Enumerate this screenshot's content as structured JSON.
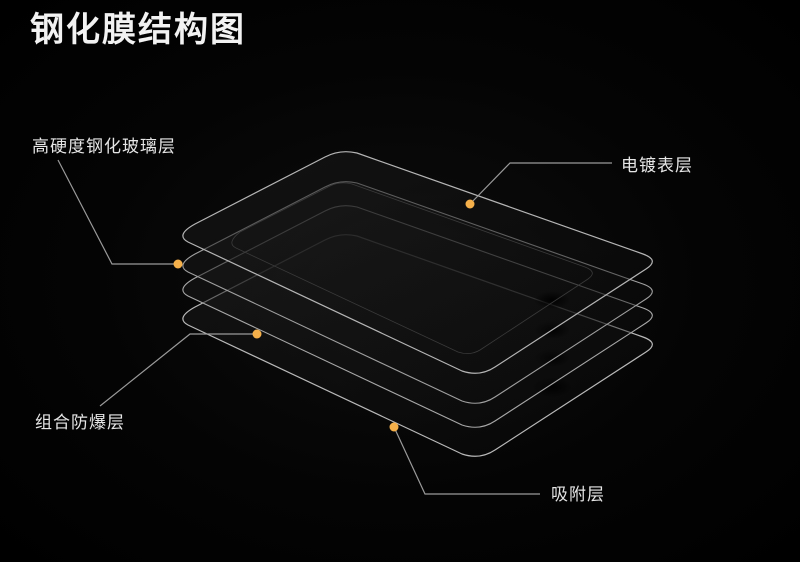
{
  "title": "钢化膜结构图",
  "colors": {
    "background": "#000000",
    "text": "#e6e6e6",
    "layer_outline": "#b9b9b9",
    "leader_line": "#9a9a9a",
    "marker_dot": "#f5b04a"
  },
  "layers": [
    {
      "name": "高硬度钢化玻璃层"
    },
    {
      "name": "电镀表层"
    },
    {
      "name": "组合防爆层"
    },
    {
      "name": "吸附层"
    }
  ]
}
